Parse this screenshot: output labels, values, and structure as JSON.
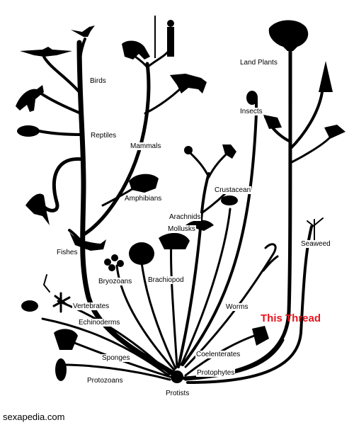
{
  "tree": {
    "labels": {
      "birds": "Birds",
      "reptiles": "Reptiles",
      "mammals": "Mammals",
      "amphibians": "Amphibians",
      "fishes": "Fishes",
      "land_plants": "Land Plants",
      "insects": "Insects",
      "crustacean": "Crustacean",
      "arachnids": "Arachnids",
      "mollusks": "Mollusks",
      "bryozoans": "Bryozoans",
      "brachiopod": "Brachiopod",
      "seaweed": "Seaweed",
      "vertebrates": "Vertebrates",
      "echinoderms": "Echinoderms",
      "worms": "Worms",
      "sponges": "Sponges",
      "coelenterates": "Coelenterates",
      "protophytes": "Protophytes",
      "protozoans": "Protozoans",
      "protists": "Protists"
    },
    "highlight": {
      "text": "This Thread",
      "color": "#e8141c"
    }
  },
  "footer": {
    "site": "sexapedia.com"
  }
}
